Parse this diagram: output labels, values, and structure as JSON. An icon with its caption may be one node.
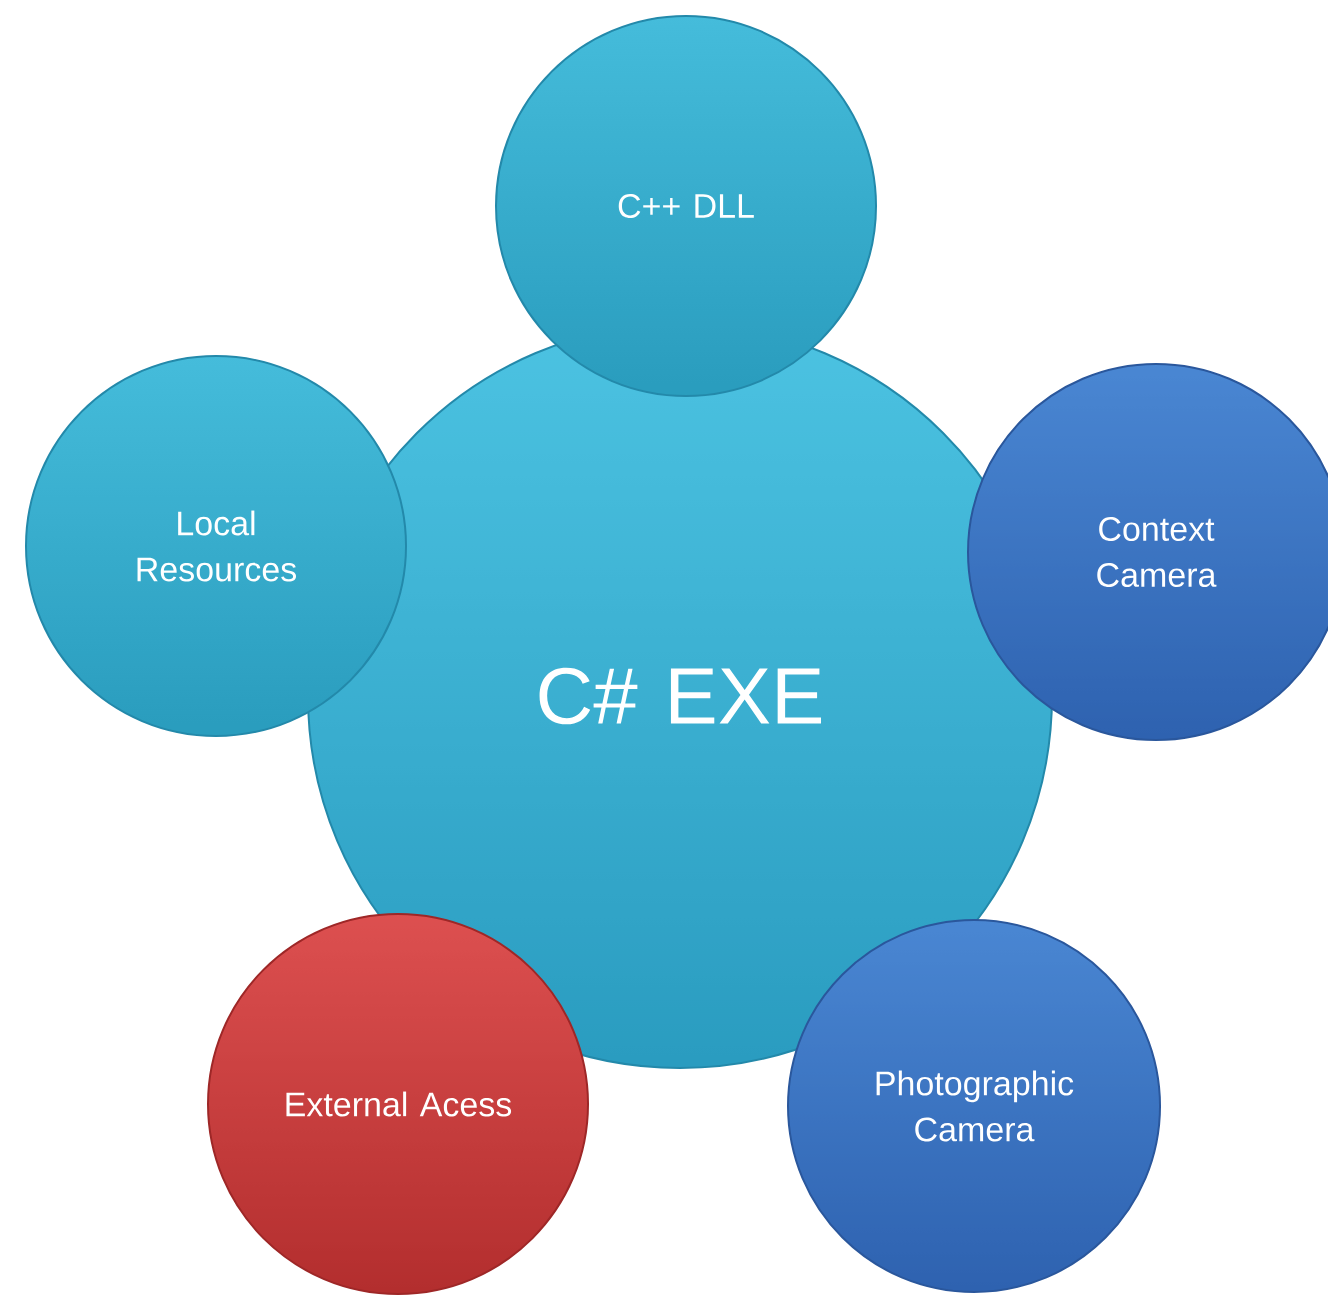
{
  "diagram": {
    "nodes": [
      {
        "text": [
          "C# EXE"
        ]
      },
      {
        "text": [
          "C++ DLL"
        ]
      },
      {
        "text": [
          "Local Resources"
        ]
      },
      {
        "text": [
          "Context Camera"
        ]
      },
      {
        "text": [
          "External Acess"
        ]
      },
      {
        "text": [
          "Photographic Camera"
        ]
      }
    ]
  }
}
